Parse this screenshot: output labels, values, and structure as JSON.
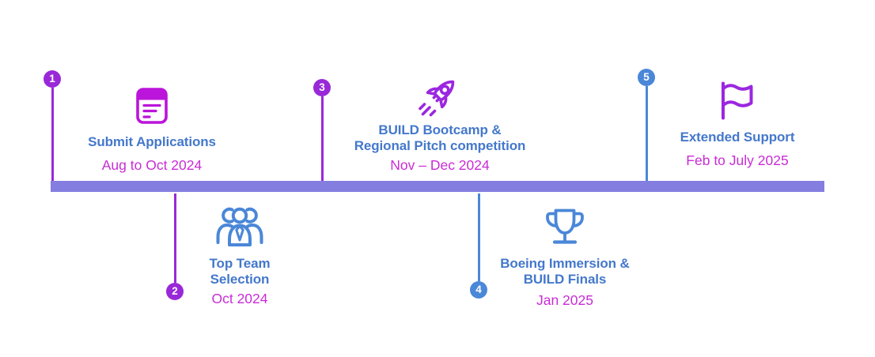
{
  "colors": {
    "bar": "#837ee0",
    "bar_border": "#e3e0f8",
    "purple": "#9929d8",
    "blue": "#4a87d8",
    "blue_icon": "#4a87d8",
    "title": "#4478cb",
    "date": "#c92cd6",
    "magenta_icon": "#bb14da",
    "violet_icon": "#9b27e0"
  },
  "timeline": {
    "milestones": [
      {
        "number": "1",
        "title": "Submit Applications",
        "date": "Aug to Oct 2024",
        "icon": "note-icon",
        "side": "above"
      },
      {
        "number": "2",
        "title": "Top Team\nSelection",
        "date": "Oct 2024",
        "icon": "team-icon",
        "side": "below"
      },
      {
        "number": "3",
        "title": "BUILD Bootcamp &\nRegional Pitch competition",
        "date": "Nov – Dec 2024",
        "icon": "rocket-icon",
        "side": "above"
      },
      {
        "number": "4",
        "title": "Boeing Immersion &\nBUILD Finals",
        "date": "Jan 2025",
        "icon": "trophy-icon",
        "side": "below"
      },
      {
        "number": "5",
        "title": "Extended Support",
        "date": "Feb to July 2025",
        "icon": "flag-icon",
        "side": "above"
      }
    ]
  }
}
